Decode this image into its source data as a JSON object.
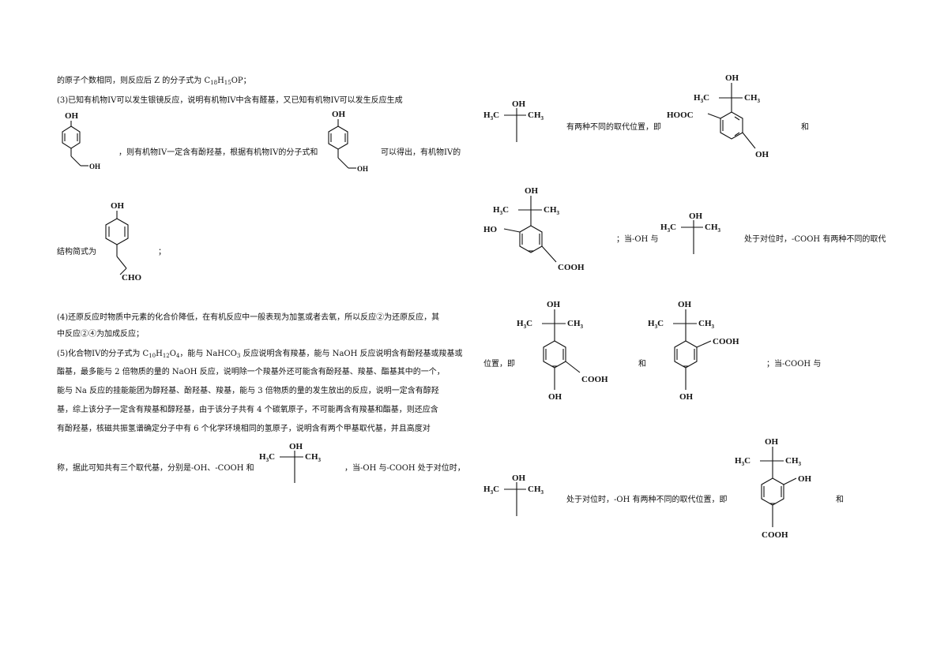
{
  "left": {
    "l1_a": "的原子个数相同，则反应后 Z 的分子式为 C",
    "l1_s1": "18",
    "l1_b": "H",
    "l1_s2": "15",
    "l1_c": "OP；",
    "l2": "(3)已知有机物IV可以发生银镜反应，说明有机物IV中含有醛基，又已知有机物IV可以发生反应生成",
    "l3_a": "，则有机物IV一定含有酚羟基，根据有机物IV的分子式和",
    "l3_b": "可以得出，有机物IV的",
    "l4_a": "结构简式为",
    "l4_b": "；",
    "l5": "(4)还原反应时物质中元素的化合价降低，在有机反应中一般表现为加氢或者去氧，所以反应②为还原反应，其",
    "l6": "中反应②④为加成反应；",
    "l7_a": "(5)化合物IV的分子式为 C",
    "l7_s1": "10",
    "l7_b": "H",
    "l7_s2": "12",
    "l7_c": "O",
    "l7_s3": "4",
    "l7_d": "，能与 NaHCO",
    "l7_s4": "3",
    "l7_e": " 反应说明含有羧基，能与 NaOH 反应说明含有酚羟基或羧基或",
    "l8": "酯基，最多能与 2 倍物质的量的 NaOH 反应，说明除一个羧基外还可能含有酚羟基、羧基、酯基其中的一个，",
    "l9": "能与 Na 反应的挂能能团为醇羟基、酚羟基、羧基，能与 3 倍物质的量的发生放出的反应，说明一定含有醇羟",
    "l10": "基，综上该分子一定含有羧基和醇羟基，由于该分子共有 4 个碳氧原子，不可能再含有羧基和酯基，则还应含",
    "l11": "有酚羟基，核磁共振氢谱确定分子中有 6 个化学环境相同的氢原子，说明含有两个甲基取代基，并且高度对",
    "l12_a": "称，据此可知共有三个取代基，分别是-OH、-COOH 和",
    "l12_b": "，当-OH 与-COOH 处于对位时，"
  },
  "right": {
    "r1_a": "有两种不同的取代位置，即",
    "r1_b": "和",
    "r2_a": "；当-OH 与",
    "r2_b": "处于对位时，-COOH 有两种不同的取代",
    "r3_a": "位置，即",
    "r3_b": "和",
    "r3_c": "；当-COOH 与",
    "r4_a": "处于对位时，-OH 有两种不同的取代位置，即",
    "r4_b": "和"
  },
  "labels": {
    "oh": "OH",
    "h3c": "H",
    "h3c_sub": "3",
    "h3c_c": "C",
    "ch3": "CH",
    "ch3_sub": "3",
    "cho": "CHO",
    "cooh": "COOH",
    "hooc": "HOOC",
    "ho": "HO"
  }
}
